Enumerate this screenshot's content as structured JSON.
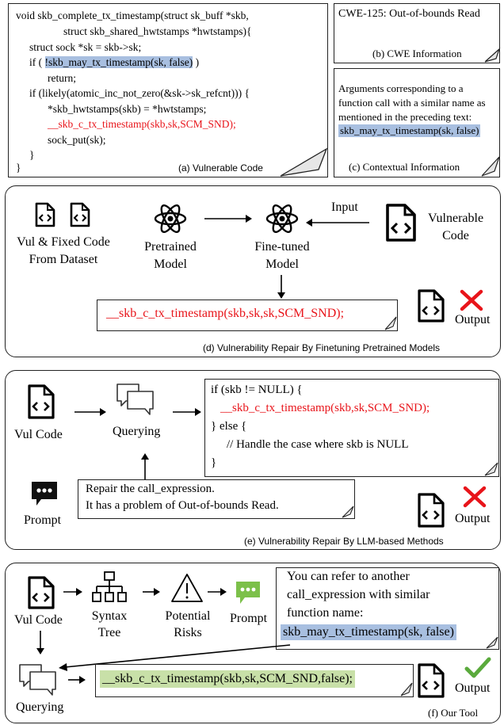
{
  "panel_a": {
    "lines": [
      "void skb_complete_tx_timestamp(struct sk_buff *skb,",
      "struct skb_shared_hwtstamps *hwtstamps){",
      "struct sock *sk = skb->sk;",
      "if ( ",
      "!skb_may_tx_timestamp(sk, false)",
      " )",
      "return;",
      "if (likely(atomic_inc_not_zero(&sk->sk_refcnt))) {",
      "*skb_hwtstamps(skb) = *hwtstamps;",
      "__skb_c_tx_timestamp(skb,sk,SCM_SND);",
      "sock_put(sk);",
      "}",
      "}"
    ],
    "caption": "(a) Vulnerable Code"
  },
  "panel_b": {
    "text": "CWE-125: Out-of-bounds Read",
    "caption": "(b) CWE Information"
  },
  "panel_c": {
    "lines": [
      "Arguments corresponding to a",
      "function call with a similar name as",
      "mentioned in the preceding text:"
    ],
    "highlight": "skb_may_tx_timestamp(sk, false)",
    "caption": "(c) Contextual Information"
  },
  "panel_d": {
    "dataset_label": [
      "Vul & Fixed Code",
      "From Dataset"
    ],
    "pretrained_label": [
      "Pretrained",
      "Model"
    ],
    "finetuned_label": [
      "Fine-tuned",
      "Model"
    ],
    "input_label": "Input",
    "vulnerable_label": [
      "Vulnerable",
      "Code"
    ],
    "output_code": "__skb_c_tx_timestamp(skb,sk,sk,SCM_SND);",
    "output_label": "Output",
    "caption": "(d) Vulnerability Repair By Finetuning Pretrained Models"
  },
  "panel_e": {
    "vul_label": "Vul Code",
    "querying_label": "Querying",
    "code_lines": [
      "if (skb != NULL) {",
      "__skb_c_tx_timestamp(skb,sk,SCM_SND);",
      "} else {",
      "// Handle the case where skb is NULL",
      "}"
    ],
    "prompt_lines": [
      "Repair the call_expression.",
      "It has a problem of Out-of-bounds Read."
    ],
    "prompt_label": "Prompt",
    "output_label": "Output",
    "caption": "(e) Vulnerability Repair By LLM-based Methods"
  },
  "panel_f": {
    "vul_label": "Vul Code",
    "syntax_label": [
      "Syntax",
      "Tree"
    ],
    "risks_label": [
      "Potential",
      "Risks"
    ],
    "prompt_label": "Prompt",
    "prompt_lines": [
      "You can refer to another",
      "call_expression with similar",
      "function name:"
    ],
    "prompt_highlight": "skb_may_tx_timestamp(sk, false)",
    "querying_label": "Querying",
    "output_code": "__skb_c_tx_timestamp(skb,sk,SCM_SND,false);",
    "output_label": "Output",
    "caption": "(f) Our Tool"
  },
  "colors": {
    "red": "#e8141a",
    "blue_highlight": "#a8bfe0",
    "green_highlight": "#c8e0a8",
    "check_green": "#5aaa3c",
    "prompt_dark": "#111111",
    "prompt_green": "#7cc04a"
  }
}
